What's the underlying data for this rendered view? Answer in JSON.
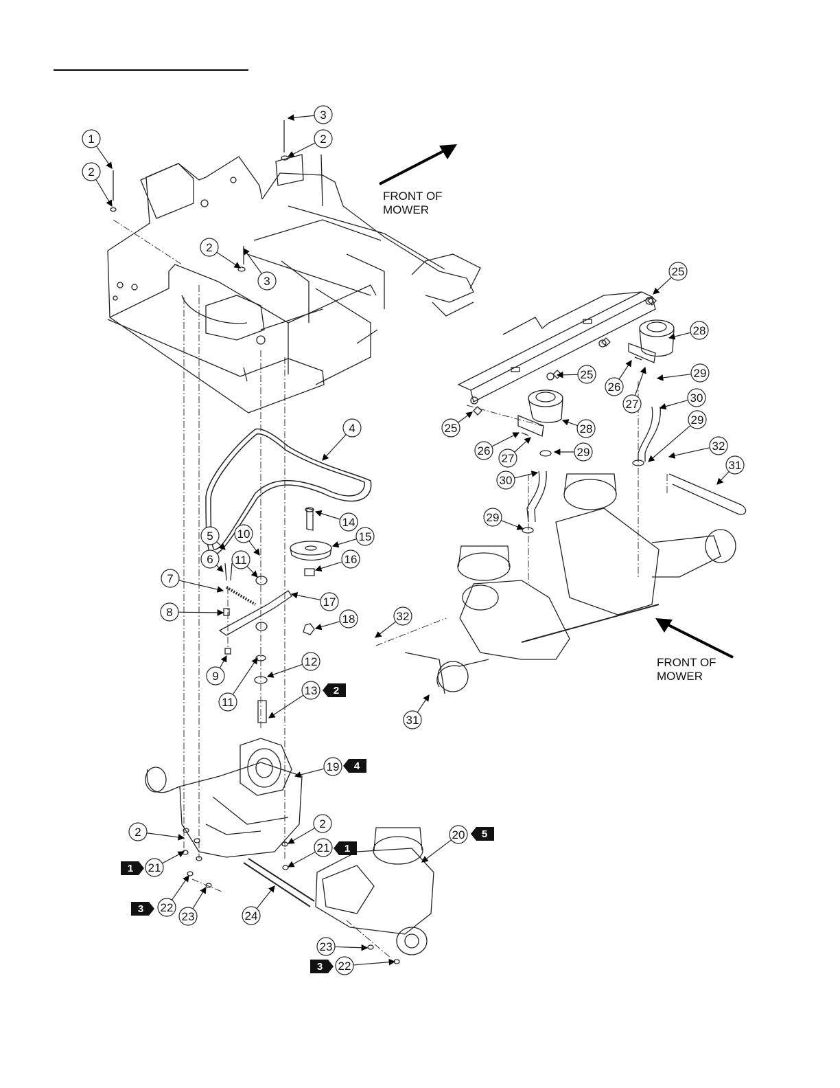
{
  "front_label_1": "FRONT OF\nMOWER",
  "front_label_2": "FRONT OF\nMOWER",
  "callouts": [
    {
      "n": "1"
    },
    {
      "n": "2"
    },
    {
      "n": "3"
    },
    {
      "n": "2"
    },
    {
      "n": "2"
    },
    {
      "n": "3"
    },
    {
      "n": "4"
    },
    {
      "n": "14"
    },
    {
      "n": "15"
    },
    {
      "n": "16"
    },
    {
      "n": "5"
    },
    {
      "n": "10"
    },
    {
      "n": "6"
    },
    {
      "n": "11"
    },
    {
      "n": "7"
    },
    {
      "n": "17"
    },
    {
      "n": "8"
    },
    {
      "n": "18"
    },
    {
      "n": "9"
    },
    {
      "n": "12"
    },
    {
      "n": "11"
    },
    {
      "n": "13"
    },
    {
      "n": "19"
    },
    {
      "n": "2"
    },
    {
      "n": "2"
    },
    {
      "n": "21"
    },
    {
      "n": "20"
    },
    {
      "n": "21"
    },
    {
      "n": "22"
    },
    {
      "n": "23"
    },
    {
      "n": "24"
    },
    {
      "n": "23"
    },
    {
      "n": "22"
    },
    {
      "n": "25"
    },
    {
      "n": "28"
    },
    {
      "n": "25"
    },
    {
      "n": "26"
    },
    {
      "n": "29"
    },
    {
      "n": "27"
    },
    {
      "n": "30"
    },
    {
      "n": "25"
    },
    {
      "n": "28"
    },
    {
      "n": "29"
    },
    {
      "n": "26"
    },
    {
      "n": "27"
    },
    {
      "n": "29"
    },
    {
      "n": "32"
    },
    {
      "n": "30"
    },
    {
      "n": "31"
    },
    {
      "n": "29"
    },
    {
      "n": "32"
    },
    {
      "n": "31"
    }
  ],
  "tags": [
    {
      "n": "2"
    },
    {
      "n": "4"
    },
    {
      "n": "5"
    },
    {
      "n": "1"
    },
    {
      "n": "1"
    },
    {
      "n": "3"
    },
    {
      "n": "3"
    }
  ]
}
